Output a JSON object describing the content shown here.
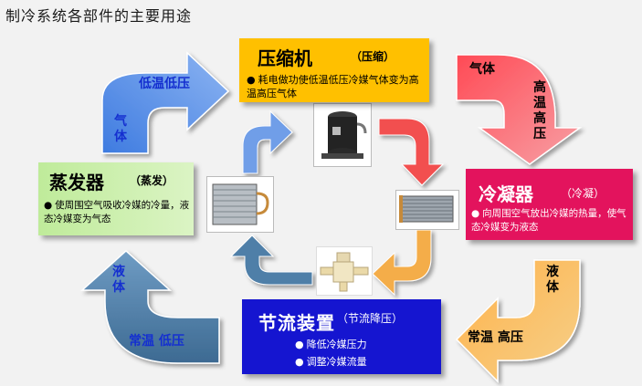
{
  "title": "制冷系统各部件的主要用途",
  "components": {
    "compressor": {
      "name": "压缩机",
      "subtitle": "（压缩）",
      "description": "耗电做功使低温低压冷媒气体变为高温高压气体",
      "color": "#ffc000"
    },
    "condenser": {
      "name": "冷凝器",
      "subtitle": "（冷凝）",
      "description": "向周围空气放出冷媒的热量，使气态冷媒变为液态",
      "color": "#e3135d"
    },
    "evaporator": {
      "name": "蒸发器",
      "subtitle": "（蒸发）",
      "description": "使周围空气吸收冷媒的冷量，液态冷媒变为气态",
      "color": "#c6eda3"
    },
    "throttle": {
      "name": "节流装置",
      "subtitle": "（节流降压）",
      "items": [
        "降低冷媒压力",
        "调整冷媒流量"
      ],
      "color": "#1515d0"
    }
  },
  "arrow_labels": {
    "compressor_out_state": "气体",
    "compressor_out_condition": "高温高压",
    "condenser_out_state": "液体",
    "condenser_out_condition": "常温 高压",
    "throttle_out_state": "液体",
    "throttle_out_condition": "常温 低压",
    "evaporator_out_state": "气体",
    "evaporator_out_condition": "低温低压"
  },
  "colors": {
    "arrow_red": "#f0606a",
    "arrow_orange": "#f5ad4c",
    "arrow_blue_dark": "#4f7fa5",
    "arrow_blue_light": "#5b8fe0"
  }
}
